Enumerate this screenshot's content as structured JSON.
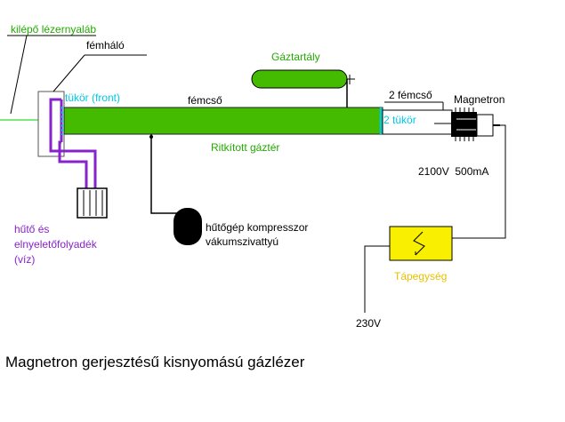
{
  "labels": {
    "laser_beam": "kilépő lézernyaláb",
    "metal_mesh": "fémháló",
    "mirror_front": "tükör (front)",
    "metal_tube": "fémcső",
    "gas_tank": "Gáztartály",
    "metal_tube_2": "2 fémcső",
    "magnetron": "Magnetron",
    "mirror_2": "2 tükör",
    "rarefied_gas": "Ritkított gáztér",
    "voltage_current": "2100V  500mA",
    "coolant_line1": "hűtő és",
    "coolant_line2": "elnyeletőfolyadék",
    "coolant_line3": "(víz)",
    "compressor_line1": "hűtőgép kompresszor",
    "compressor_line2": "vákumszivattyú",
    "power_supply": "Tápegység",
    "mains_voltage": "230V",
    "title": "Magnetron gerjesztésű kisnyomású gázlézer"
  },
  "colors": {
    "tube_green": "#44bb00",
    "beam_green": "#00cc00",
    "label_green": "#22aa00",
    "label_cyan": "#00c8e8",
    "coolant_purple": "#8822cc",
    "supply_yellow": "#f8f000",
    "supply_label": "#e8c000",
    "tank_green": "#44bb00",
    "wire_black": "#000000"
  }
}
